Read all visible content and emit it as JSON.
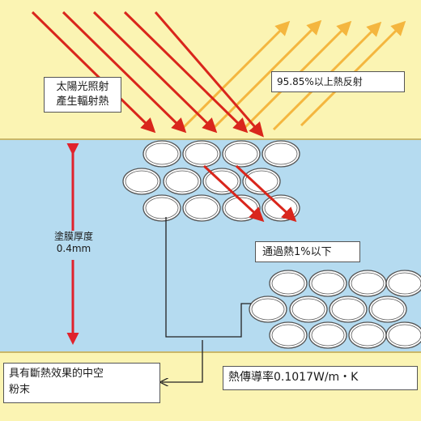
{
  "labels": {
    "solar_radiation": "太陽光照射\n產生輻射熱",
    "reflection": "95.85%以上熱反射",
    "coating_thickness": "塗膜厚度\n0.4mm",
    "pass_through": "通過熱1%以下",
    "hollow_powder": "具有斷熱效果的中空\n粉末",
    "thermal_conductivity": "熱傳導率0.1017W/m・K"
  },
  "colors": {
    "sky": "#fbf4b3",
    "coating": "#b5dbf0",
    "incoming_heat": "#d9261c",
    "reflected_heat": "#f4b63f",
    "thickness_arrow": "#e0222c",
    "bubble_fill": "#ffffff",
    "bubble_stroke": "#555555"
  }
}
